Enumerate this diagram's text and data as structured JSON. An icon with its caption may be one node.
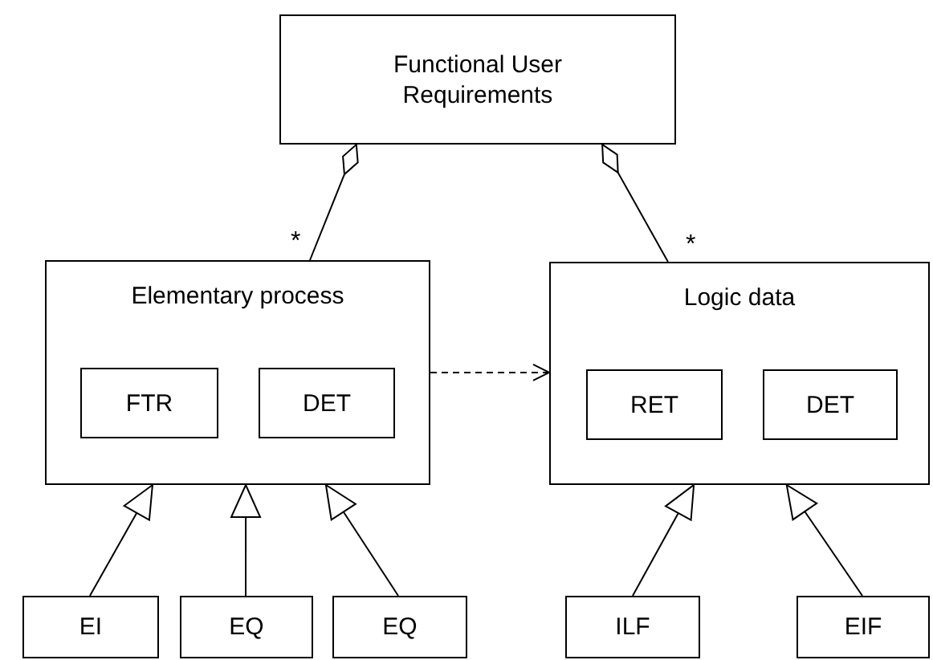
{
  "diagram": {
    "nodes": [
      {
        "text": [
          "Functional User Requirements"
        ]
      },
      {
        "text": [
          "Elementary process"
        ]
      },
      {
        "text": [
          "FTR"
        ],
        "in": 1
      },
      {
        "text": [
          "DET"
        ],
        "in": 1
      },
      {
        "text": [
          "Logic data"
        ]
      },
      {
        "text": [
          "RET"
        ],
        "in": 4
      },
      {
        "text": [
          "DET"
        ],
        "in": 4
      },
      {
        "text": [
          "EI"
        ]
      },
      {
        "text": [
          "EQ"
        ]
      },
      {
        "text": [
          "EQ"
        ]
      },
      {
        "text": [
          "ILF"
        ]
      },
      {
        "text": [
          "EIF"
        ]
      }
    ],
    "edges": [
      {
        "from": 1,
        "to": 0,
        "arrow": "other"
      },
      {
        "from": 4,
        "to": 0,
        "arrow": "other"
      },
      {
        "from": 1,
        "to": 4,
        "arrow": "to",
        "style": "dashed"
      },
      {
        "from": 7,
        "to": 1,
        "arrow": "to"
      },
      {
        "from": 8,
        "to": 1,
        "arrow": "to"
      },
      {
        "from": 9,
        "to": 1,
        "arrow": "to"
      },
      {
        "from": 10,
        "to": 4,
        "arrow": "to"
      },
      {
        "from": 11,
        "to": 4,
        "arrow": "to"
      }
    ],
    "labels": [
      "*",
      "*"
    ]
  }
}
